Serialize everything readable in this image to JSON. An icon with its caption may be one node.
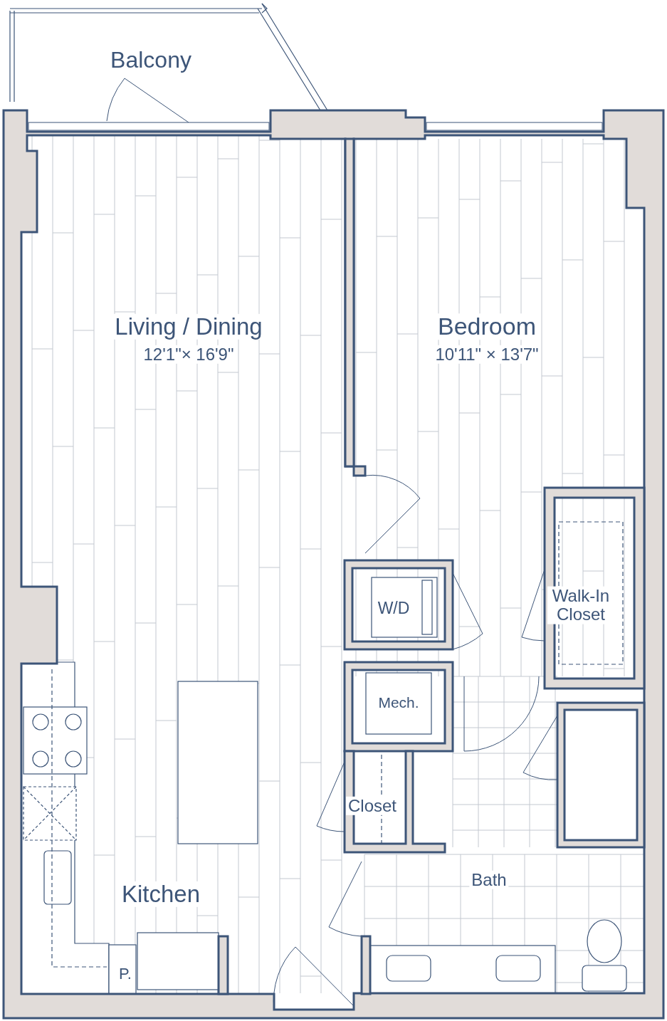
{
  "diagram": {
    "labels": [
      "Balcony",
      "Living / Dining",
      "12'1\"× 16'9\"",
      "Bedroom",
      "10'11\" × 13'7\"",
      "W/D",
      "Walk-In Closet",
      "Mech.",
      "Closet",
      "Bath",
      "Kitchen",
      "P."
    ]
  }
}
